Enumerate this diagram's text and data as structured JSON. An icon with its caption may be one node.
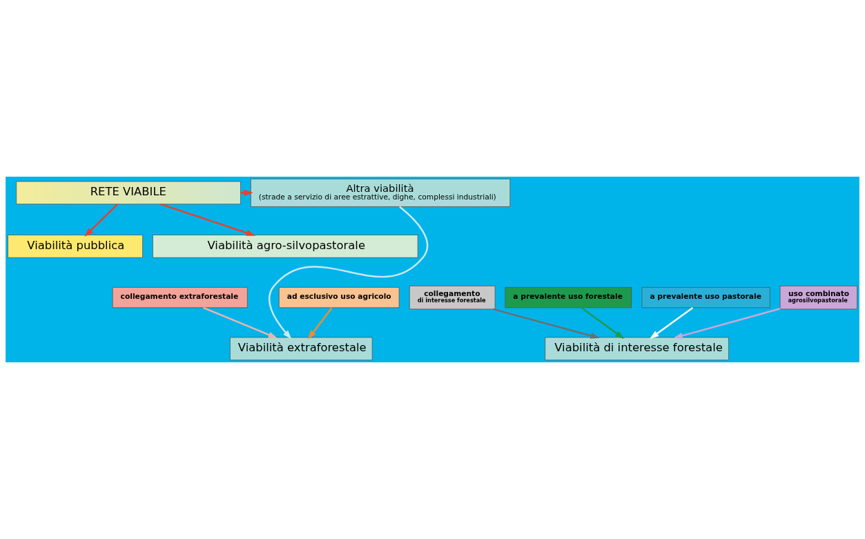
{
  "diagram": {
    "nodes": [
      {
        "text": [
          "RETE VIABILE"
        ]
      },
      {
        "text": [
          "Altra viabilità",
          "(strade a servizio di aree estrattive, dighe, complessi industriali)"
        ]
      },
      {
        "text": [
          "Viabilità pubblica"
        ]
      },
      {
        "text": [
          "Viabilità agro-silvopastorale"
        ]
      },
      {
        "text": [
          "collegamento extraforestale"
        ]
      },
      {
        "text": [
          "collegamento",
          "di interesse forestale"
        ]
      },
      {
        "text": [
          "ad esclusivo uso agricolo"
        ]
      },
      {
        "text": [
          "a prevalente uso forestale"
        ]
      },
      {
        "text": [
          "a prevalente uso pastorale"
        ]
      },
      {
        "text": [
          "uso combinato",
          "agrosilvopastorale"
        ]
      },
      {
        "text": [
          "Viabilità extraforestale"
        ]
      },
      {
        "text": [
          "Viabilità di interesse forestale"
        ]
      }
    ],
    "edges": [
      {
        "from": 0,
        "to": 2,
        "arrow": "to",
        "color": "#e8402c"
      },
      {
        "from": 0,
        "to": 3,
        "arrow": "to",
        "color": "#e8402c"
      },
      {
        "from": 0,
        "to": 1,
        "arrow": "to",
        "color": "#e8402c"
      },
      {
        "from": 4,
        "to": 10,
        "arrow": "to",
        "color": "#f2b3aa"
      },
      {
        "from": 5,
        "to": 11,
        "arrow": "to",
        "color": "#6e6e6e"
      },
      {
        "from": 6,
        "to": 10,
        "arrow": "to",
        "color": "#f28c2e"
      },
      {
        "from": 7,
        "to": 11,
        "arrow": "to",
        "color": "#1e9a4e"
      },
      {
        "from": 8,
        "to": 11,
        "arrow": "to",
        "color": "#ffffff"
      },
      {
        "from": 9,
        "to": 11,
        "arrow": "to",
        "color": "#c9a8d8"
      },
      {
        "from": 1,
        "to": 10,
        "arrow": "to",
        "color": "#cde8ec"
      }
    ]
  }
}
